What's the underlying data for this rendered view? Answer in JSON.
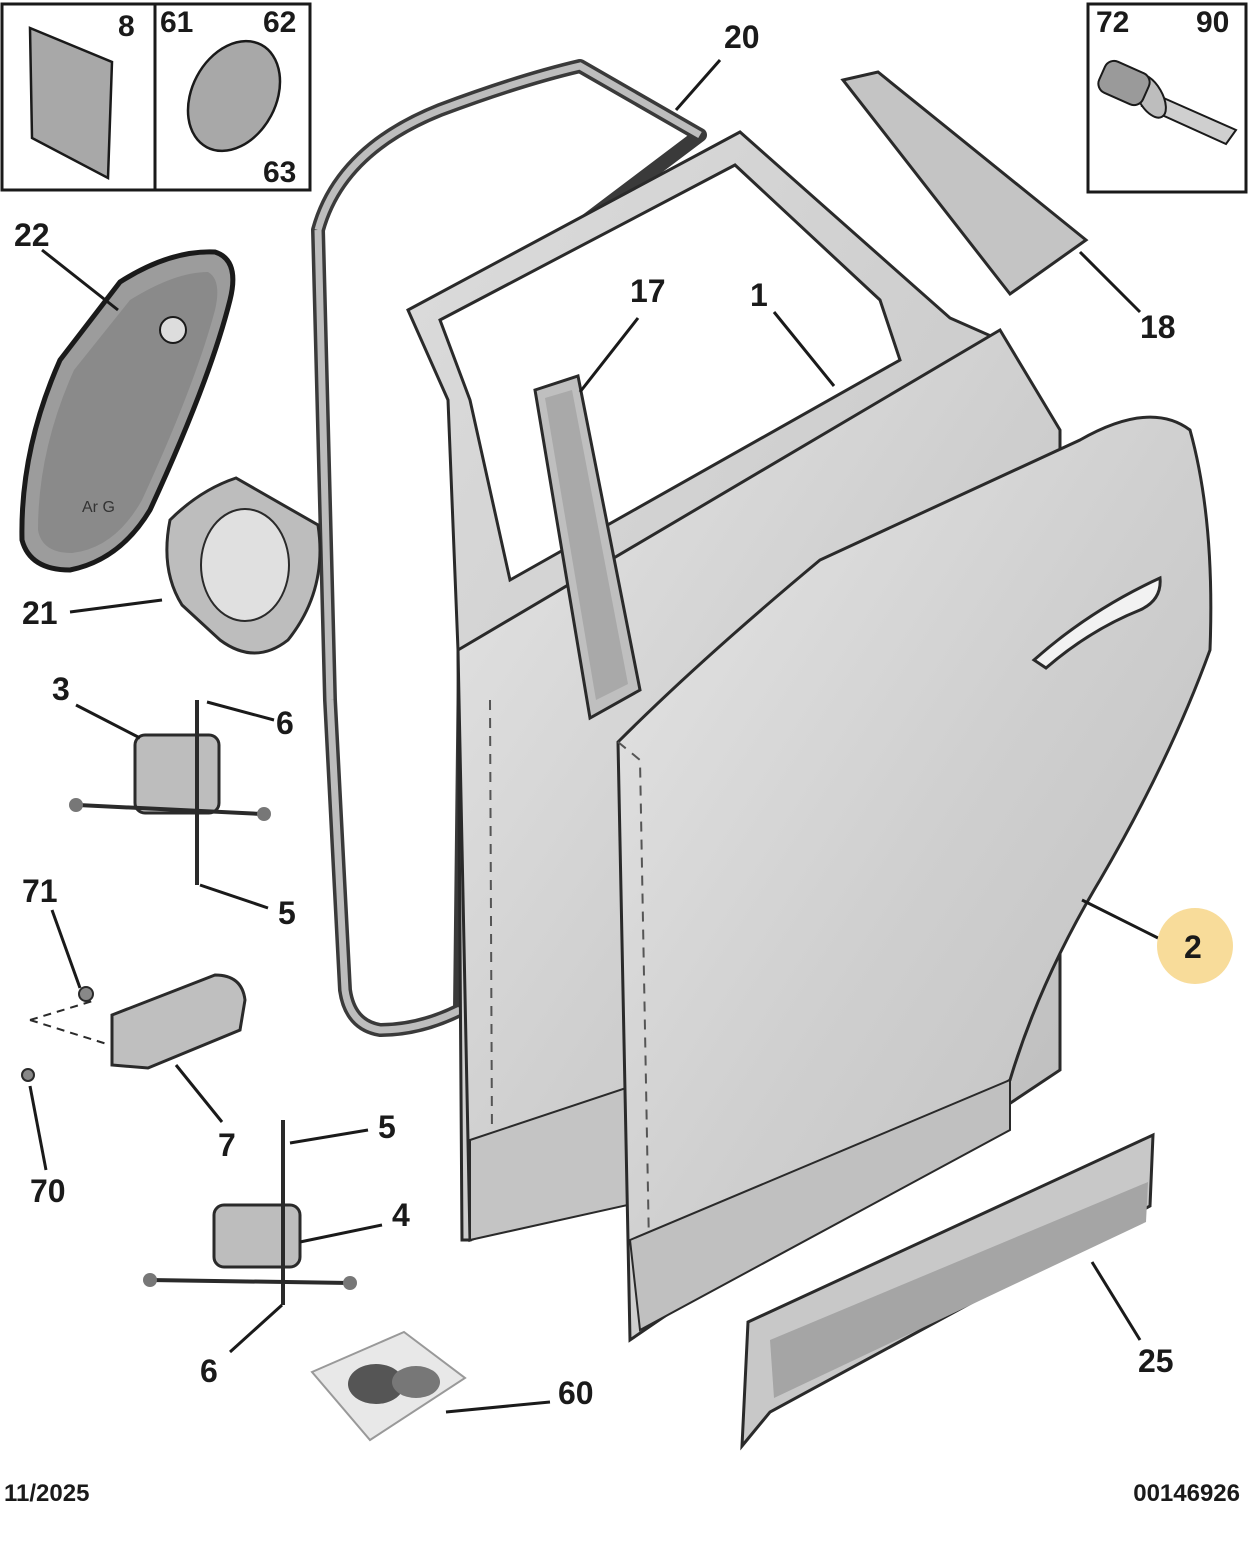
{
  "inset_boxes": {
    "left_box": {
      "labels": [
        "8",
        "61",
        "62",
        "63"
      ]
    },
    "right_box": {
      "labels": [
        "72",
        "90"
      ]
    }
  },
  "parts": [
    {
      "id": "p20",
      "label": "20"
    },
    {
      "id": "p17",
      "label": "17"
    },
    {
      "id": "p1",
      "label": "1"
    },
    {
      "id": "p18",
      "label": "18"
    },
    {
      "id": "p22",
      "label": "22"
    },
    {
      "id": "p21",
      "label": "21"
    },
    {
      "id": "p3",
      "label": "3"
    },
    {
      "id": "p6a",
      "label": "6"
    },
    {
      "id": "p5a",
      "label": "5"
    },
    {
      "id": "p71",
      "label": "71"
    },
    {
      "id": "p7",
      "label": "7"
    },
    {
      "id": "p70",
      "label": "70"
    },
    {
      "id": "p5b",
      "label": "5"
    },
    {
      "id": "p4",
      "label": "4"
    },
    {
      "id": "p6b",
      "label": "6"
    },
    {
      "id": "p60",
      "label": "60"
    },
    {
      "id": "p2",
      "label": "2",
      "highlighted": true
    },
    {
      "id": "p25",
      "label": "25"
    }
  ],
  "panel_text": "Ar G",
  "footer": {
    "date": "11/2025",
    "code": "00146926"
  },
  "colors": {
    "part_fill": "#d4d4d4",
    "outline": "#2a2a2a",
    "highlight": "#f8dc9a",
    "background": "#ffffff"
  }
}
